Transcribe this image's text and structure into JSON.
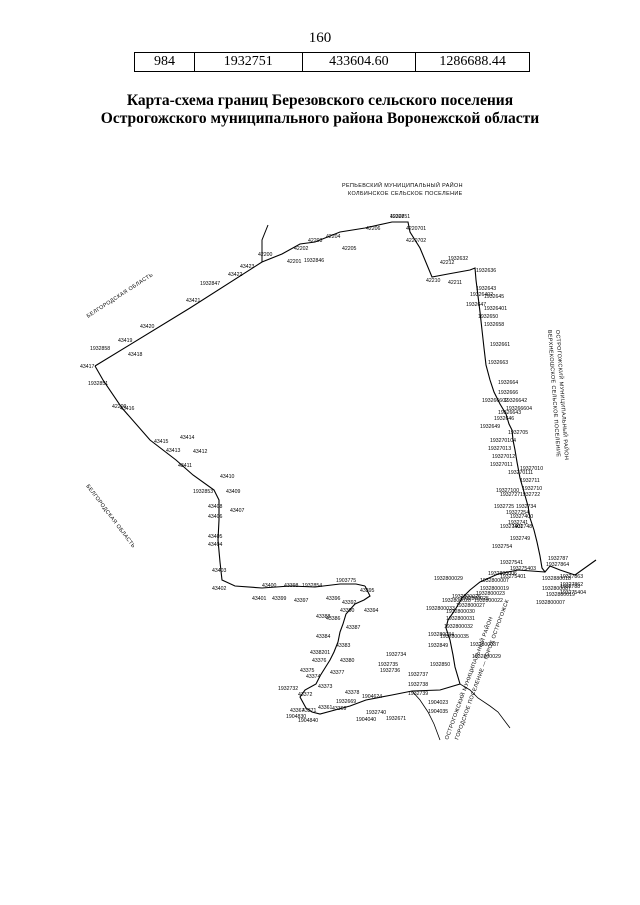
{
  "page_number": "160",
  "table_row": [
    "984",
    "1932751",
    "433604.60",
    "1286688.44"
  ],
  "title_line1": "Карта-схема границ Березовского сельского поселения",
  "title_line2": "Острогожского муниципального района Воронежской области",
  "neighbors": {
    "north_1": "РЕПЬЕВСКИЙ МУНИЦИПАЛЬНЫЙ РАЙОН",
    "north_2": "КОЛБИНСКОЕ СЕЛЬСКОЕ ПОСЕЛЕНИЕ",
    "northwest": "БЕЛГОРОДСКАЯ ОБЛАСТЬ",
    "southwest": "БЕЛГОРОДСКАЯ ОБЛАСТЬ",
    "east_1": "ОСТРОГОЖСКИЙ МУНИЦИПАЛЬНЫЙ РАЙОН",
    "east_2": "ВЕРХНЕКОШСКОЕ СЕЛЬСКОЕ ПОСЕЛЕНИЕ",
    "southeast_1": "ОСТРОГОЖСКИЙ МУНИЦИПАЛЬНЫЙ РАЙОН",
    "southeast_2": "ГОРОДСКОЕ ПОСЕЛЕНИЕ — ГОРОД ОСТРОГОЖСК"
  },
  "point_labels": [
    "42207",
    "4220701",
    "4220702",
    "42206",
    "42205",
    "42204",
    "42203",
    "42202",
    "42201",
    "1932846",
    "42200",
    "43423",
    "43422",
    "1932847",
    "43421",
    "43420",
    "43419",
    "1932858",
    "43418",
    "43417",
    "1932851",
    "43416",
    "43415",
    "43414",
    "43413",
    "43412",
    "43411",
    "43410",
    "1932853",
    "43409",
    "43408",
    "43407",
    "43406",
    "43405",
    "43404",
    "43403",
    "43402",
    "43401",
    "43400",
    "43399",
    "43398",
    "43397",
    "1932854",
    "1903775",
    "43396",
    "43395",
    "43392",
    "43394",
    "43390",
    "43388",
    "43386",
    "43387",
    "43384",
    "43383",
    "4338201",
    "43376",
    "43380",
    "43375",
    "43377",
    "43374",
    "43373",
    "43378",
    "1932732",
    "43372",
    "43371",
    "43369",
    "43367",
    "1904830",
    "1904840",
    "43361",
    "1932669",
    "1904624",
    "1932740",
    "1904040",
    "1932671",
    "1904023",
    "1904035",
    "1932739",
    "1932738",
    "1932737",
    "1932736",
    "1932735",
    "1932734",
    "1932850",
    "1932849",
    "193280034",
    "1932800035",
    "1932800037",
    "1932800029",
    "1932800033",
    "1932800032",
    "1932800031",
    "1932800030",
    "1932800029",
    "1932800028",
    "1932800027",
    "1932800026",
    "1932800025",
    "1932800022",
    "1932800023",
    "1932800007",
    "1932800019",
    "1932800006",
    "1932880018",
    "1932880019",
    "1932800087",
    "1932800007",
    "1932788",
    "1932787",
    "19327864",
    "19327863",
    "19327862",
    "193275404",
    "193275403",
    "19327541",
    "193275401",
    "1932754",
    "1932749",
    "1932748",
    "19327400",
    "19327401",
    "1932741",
    "1932734",
    "19327254",
    "1932725",
    "1932727",
    "1932722",
    "19327100",
    "1932711",
    "1932710",
    "193270111",
    "19327010",
    "19327011",
    "19327012",
    "19327013",
    "193270104",
    "1932705",
    "1932649",
    "1932646",
    "19326643",
    "19326642",
    "193266604",
    "193266602",
    "1932666",
    "1932664",
    "1932663",
    "1932661",
    "1932658",
    "1932650",
    "1932647",
    "19326402",
    "19326401",
    "1932645",
    "1932643",
    "1932636",
    "1932632",
    "42212",
    "42211",
    "42210",
    "42209",
    "1932851"
  ]
}
